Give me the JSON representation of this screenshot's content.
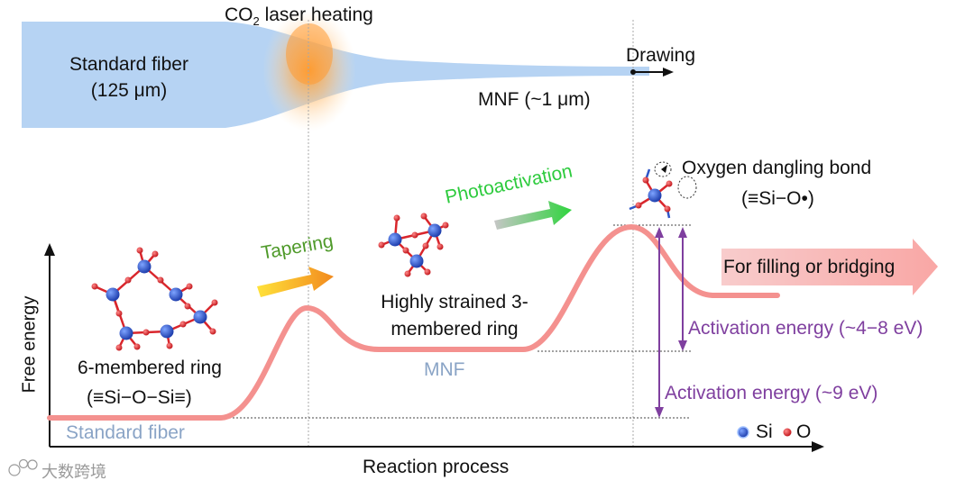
{
  "top": {
    "laser_prefix": "CO",
    "laser_sub": "2",
    "laser_suffix": " laser heating",
    "standard_fiber_line1": "Standard fiber",
    "standard_fiber_line2": "(125 μm)",
    "drawing": "Drawing",
    "mnf_size": "MNF (~1 μm)"
  },
  "diagram": {
    "y_axis": "Free energy",
    "x_axis": "Reaction process",
    "ring6_line1": "6-membered ring",
    "ring6_line2": "(≡Si−O−Si≡)",
    "standard_fiber_state": "Standard fiber",
    "tapering": "Tapering",
    "ring3_line1": "Highly strained 3-",
    "ring3_line2": "membered ring",
    "mnf_state": "MNF",
    "photoactivation": "Photoactivation",
    "dangling_line1": "Oxygen dangling bond",
    "dangling_line2": "(≡Si−O•)",
    "filling": "For filling or bridging",
    "activation1": "Activation energy (~4−8 eV)",
    "activation2": "Activation energy (~9 eV)",
    "legend_si": "Si",
    "legend_o": "O"
  },
  "watermark": "大数跨境",
  "colors": {
    "fiber": "#b3d1f2",
    "curve": "#f4918f",
    "tapering": "#4f9a2a",
    "photoactivation": "#2ecb3e",
    "activation": "#7f3f9f",
    "state_label": "#8aa4c6",
    "si_atom": "#2f56c8",
    "o_atom": "#d9262c"
  }
}
